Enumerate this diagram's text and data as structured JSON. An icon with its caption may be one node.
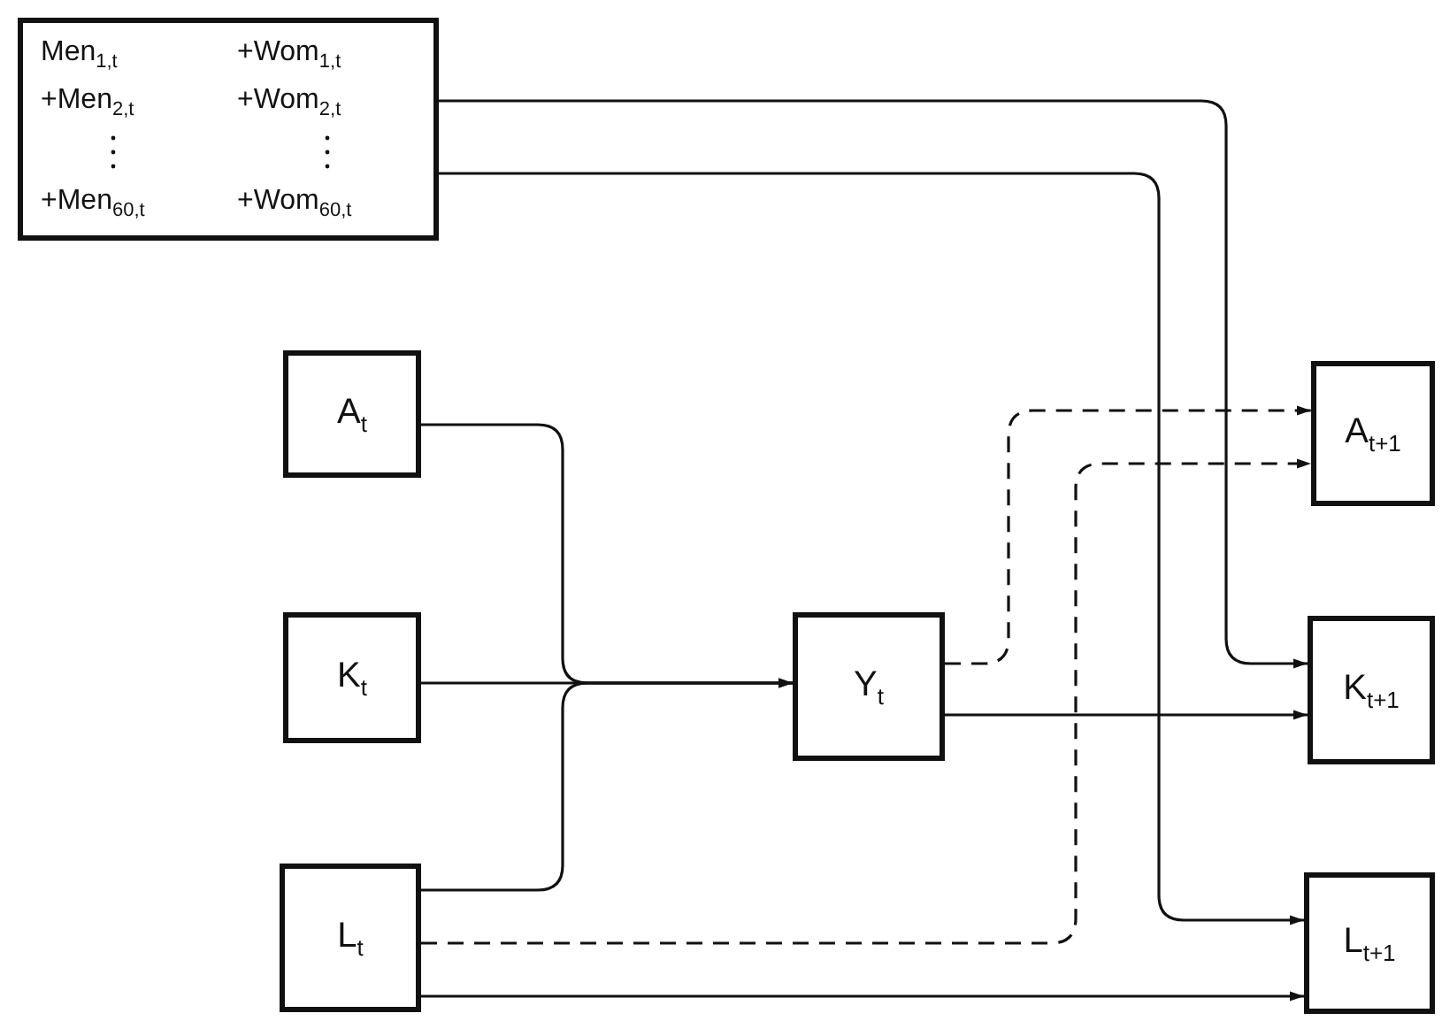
{
  "diagram": {
    "nodes": [
      {
        "text": [
          "Men$_{1,t}$",
          "+Wom$_{1,t}$",
          "+Men$_{2,t}$",
          "+Wom$_{2,t}$",
          "+Men$_{60,t}$",
          "+Wom$_{60,t}$"
        ]
      },
      {
        "text": [
          "A$_{t}$"
        ]
      },
      {
        "text": [
          "K$_{t}$"
        ]
      },
      {
        "text": [
          "L$_{t}$"
        ]
      },
      {
        "text": [
          "Y$_{t}$"
        ]
      },
      {
        "text": [
          "A$_{t+1}$"
        ]
      },
      {
        "text": [
          "K$_{t+1}$"
        ]
      },
      {
        "text": [
          "L$_{t+1}$"
        ]
      }
    ],
    "edges": [
      {
        "from": 0,
        "to": 6,
        "arrow": "to"
      },
      {
        "from": 0,
        "to": 7,
        "arrow": "to"
      },
      {
        "from": 1,
        "to": 4,
        "arrow": "to"
      },
      {
        "from": 2,
        "to": 4,
        "arrow": "to"
      },
      {
        "from": 3,
        "to": 4,
        "arrow": "to"
      },
      {
        "from": 4,
        "to": 5,
        "arrow": "to",
        "style": "dashed"
      },
      {
        "from": 4,
        "to": 6,
        "arrow": "to"
      },
      {
        "from": 3,
        "to": 5,
        "arrow": "to",
        "style": "dashed"
      },
      {
        "from": 3,
        "to": 7,
        "arrow": "to"
      }
    ]
  }
}
